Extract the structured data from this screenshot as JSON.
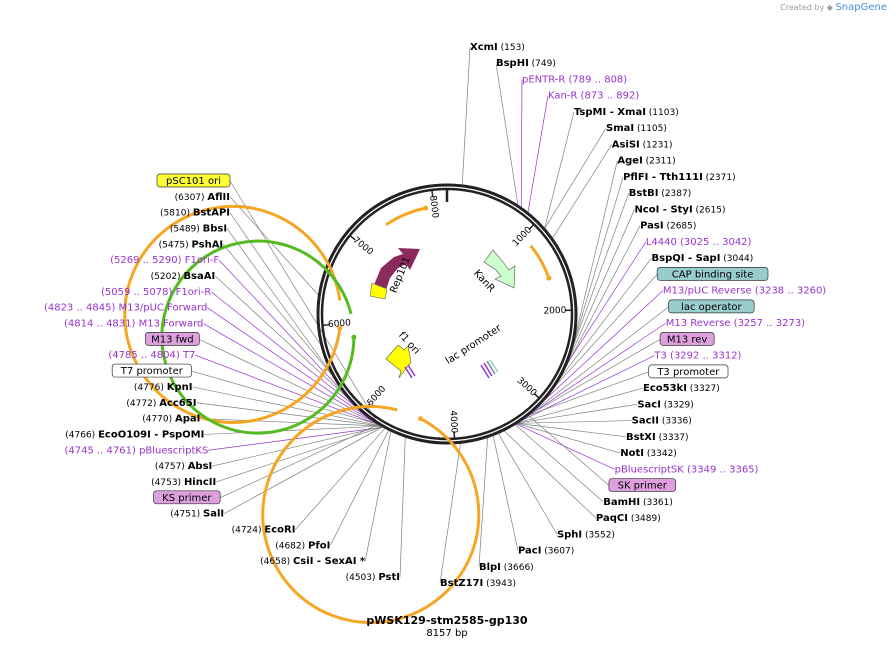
{
  "credit": {
    "prefix": "Created by",
    "brand": "SnapGene"
  },
  "map": {
    "name": "pWSK129-stm2585-gp130",
    "length_label": "8157 bp",
    "length_bp": 8157
  },
  "colors": {
    "enzyme": "#000000",
    "primer": "#9933cc",
    "primer_site_line": "#9933cc",
    "line": "#808080",
    "backbone": "#222222",
    "rep101": "#8b2a5c",
    "ori": "#ffff00",
    "kanr": "#ccffcc",
    "arrow_orange": "#f5a623",
    "arrow_green": "#55bb22",
    "lac_operator_fill": "#99cccc",
    "cap_fill": "#99cccc",
    "primer_box_fill": "#dda0dd",
    "ori_box_fill": "#ffff33",
    "promoter_box_fill": "#ffffff"
  },
  "ticks": [
    "1000",
    "2000",
    "3000",
    "4000",
    "5000",
    "6000",
    "7000",
    "8000"
  ],
  "features": {
    "rep101": "Rep101",
    "kanr": "KanR",
    "f1_ori": "f1 ori",
    "lac_promoter": "lac promoter"
  },
  "right_labels": [
    {
      "kind": "enzyme",
      "text": "XcmI",
      "pos": "(153)"
    },
    {
      "kind": "enzyme",
      "text": "BspHI",
      "pos": "(749)"
    },
    {
      "kind": "primer",
      "text": "pENTR-R",
      "pos": "(789 .. 808)"
    },
    {
      "kind": "primer",
      "text": "Kan-R",
      "pos": "(873 .. 892)"
    },
    {
      "kind": "enzyme",
      "text": "TspMI",
      "text2": "- XmaI",
      "pos": "(1103)"
    },
    {
      "kind": "enzyme",
      "text": "SmaI",
      "pos": "(1105)"
    },
    {
      "kind": "enzyme",
      "text": "AsiSI",
      "pos": "(1231)"
    },
    {
      "kind": "enzyme",
      "text": "AgeI",
      "pos": "(2311)"
    },
    {
      "kind": "enzyme",
      "text": "PflFI",
      "text2": "- Tth111I",
      "pos": "(2371)"
    },
    {
      "kind": "enzyme",
      "text": "BstBI",
      "pos": "(2387)"
    },
    {
      "kind": "enzyme",
      "text": "NcoI",
      "text2": "- StyI",
      "pos": "(2615)"
    },
    {
      "kind": "enzyme",
      "text": "PasI",
      "pos": "(2685)"
    },
    {
      "kind": "primer",
      "text": "L4440",
      "pos": "(3025 .. 3042)"
    },
    {
      "kind": "enzyme",
      "text": "BspQI",
      "text2": "- SapI",
      "pos": "(3044)"
    },
    {
      "kind": "boxcap",
      "text": "CAP binding site",
      "pos": ""
    },
    {
      "kind": "primer",
      "text": "M13/pUC Reverse",
      "pos": "(3238 .. 3260)"
    },
    {
      "kind": "boxlac",
      "text": "lac operator",
      "pos": ""
    },
    {
      "kind": "primer",
      "text": "M13 Reverse",
      "pos": "(3257 .. 3273)"
    },
    {
      "kind": "boxprimer",
      "text": "M13 rev",
      "pos": ""
    },
    {
      "kind": "primer",
      "text": "T3",
      "pos": "(3292 .. 3312)"
    },
    {
      "kind": "boxpromoter",
      "text": "T3 promoter",
      "pos": ""
    },
    {
      "kind": "enzyme",
      "text": "Eco53kI",
      "pos": "(3327)"
    },
    {
      "kind": "enzyme",
      "text": "SacI",
      "pos": "(3329)"
    },
    {
      "kind": "enzyme",
      "text": "SacII",
      "pos": "(3336)"
    },
    {
      "kind": "enzyme",
      "text": "BstXI",
      "pos": "(3337)"
    },
    {
      "kind": "enzyme",
      "text": "NotI",
      "pos": "(3342)"
    },
    {
      "kind": "primer",
      "text": "pBluescriptSK",
      "pos": "(3349 .. 3365)"
    },
    {
      "kind": "boxprimer",
      "text": "SK primer",
      "pos": ""
    },
    {
      "kind": "enzyme",
      "text": "BamHI",
      "pos": "(3361)"
    },
    {
      "kind": "enzyme",
      "text": "PaqCI",
      "pos": "(3489)"
    },
    {
      "kind": "enzyme",
      "text": "SphI",
      "pos": "(3552)"
    },
    {
      "kind": "enzyme",
      "text": "PacI",
      "pos": "(3607)"
    },
    {
      "kind": "enzyme",
      "text": "BlpI",
      "pos": "(3666)"
    },
    {
      "kind": "enzyme",
      "text": "BstZ17I",
      "pos": "(3943)"
    }
  ],
  "left_labels": [
    {
      "kind": "boxori",
      "text": "pSC101 ori",
      "pos": ""
    },
    {
      "kind": "enzyme",
      "text": "AflII",
      "pos": "(6307)"
    },
    {
      "kind": "enzyme",
      "text": "BstAPI",
      "pos": "(5810)"
    },
    {
      "kind": "enzyme",
      "text": "BbsI",
      "pos": "(5489)"
    },
    {
      "kind": "enzyme",
      "text": "PshAI",
      "pos": "(5475)"
    },
    {
      "kind": "primer",
      "text": "F1ori-F",
      "pos": "(5269 .. 5290)"
    },
    {
      "kind": "enzyme",
      "text": "BsaAI",
      "pos": "(5202)"
    },
    {
      "kind": "primer",
      "text": "F1ori-R",
      "pos": "(5059 .. 5078)"
    },
    {
      "kind": "primer",
      "text": "M13/pUC Forward",
      "pos": "(4823 .. 4845)"
    },
    {
      "kind": "primer",
      "text": "M13 Forward",
      "pos": "(4814 .. 4831)"
    },
    {
      "kind": "boxprimer",
      "text": "M13 fwd",
      "pos": ""
    },
    {
      "kind": "primer",
      "text": "T7",
      "pos": "(4785 .. 4804)"
    },
    {
      "kind": "boxpromoter",
      "text": "T7 promoter",
      "pos": ""
    },
    {
      "kind": "enzyme",
      "text": "KpnI",
      "pos": "(4776)"
    },
    {
      "kind": "enzyme",
      "text": "Acc65I",
      "pos": "(4772)"
    },
    {
      "kind": "enzyme",
      "text": "ApaI",
      "pos": "(4770)"
    },
    {
      "kind": "enzyme",
      "text": "EcoO109I",
      "text2": "- PspOMI",
      "pos": "(4766)"
    },
    {
      "kind": "primer",
      "text": "pBluescriptKS",
      "pos": "(4745 .. 4761)"
    },
    {
      "kind": "enzyme",
      "text": "AbsI",
      "pos": "(4757)"
    },
    {
      "kind": "enzyme",
      "text": "HincII",
      "pos": "(4753)"
    },
    {
      "kind": "boxprimer",
      "text": "KS primer",
      "pos": ""
    },
    {
      "kind": "enzyme",
      "text": "SalI",
      "pos": "(4751)"
    },
    {
      "kind": "enzyme",
      "text": "EcoRI",
      "pos": "(4724)"
    },
    {
      "kind": "enzyme",
      "text": "PfoI",
      "pos": "(4682)"
    },
    {
      "kind": "enzyme",
      "text": "CsiI",
      "text2": "- SexAI *",
      "pos": "(4658)"
    },
    {
      "kind": "enzyme",
      "text": "PstI",
      "pos": "(4503)"
    }
  ]
}
